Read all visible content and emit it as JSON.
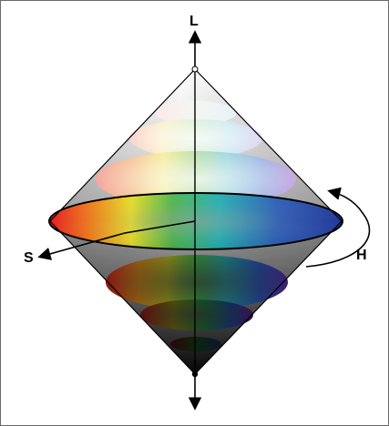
{
  "labels": {
    "lightness": "L",
    "saturation": "S",
    "hue": "H"
  },
  "colors": {
    "outline": "#000000",
    "cone_gray": "#b8b8b8",
    "black": "#000000",
    "white": "#ffffff"
  }
}
